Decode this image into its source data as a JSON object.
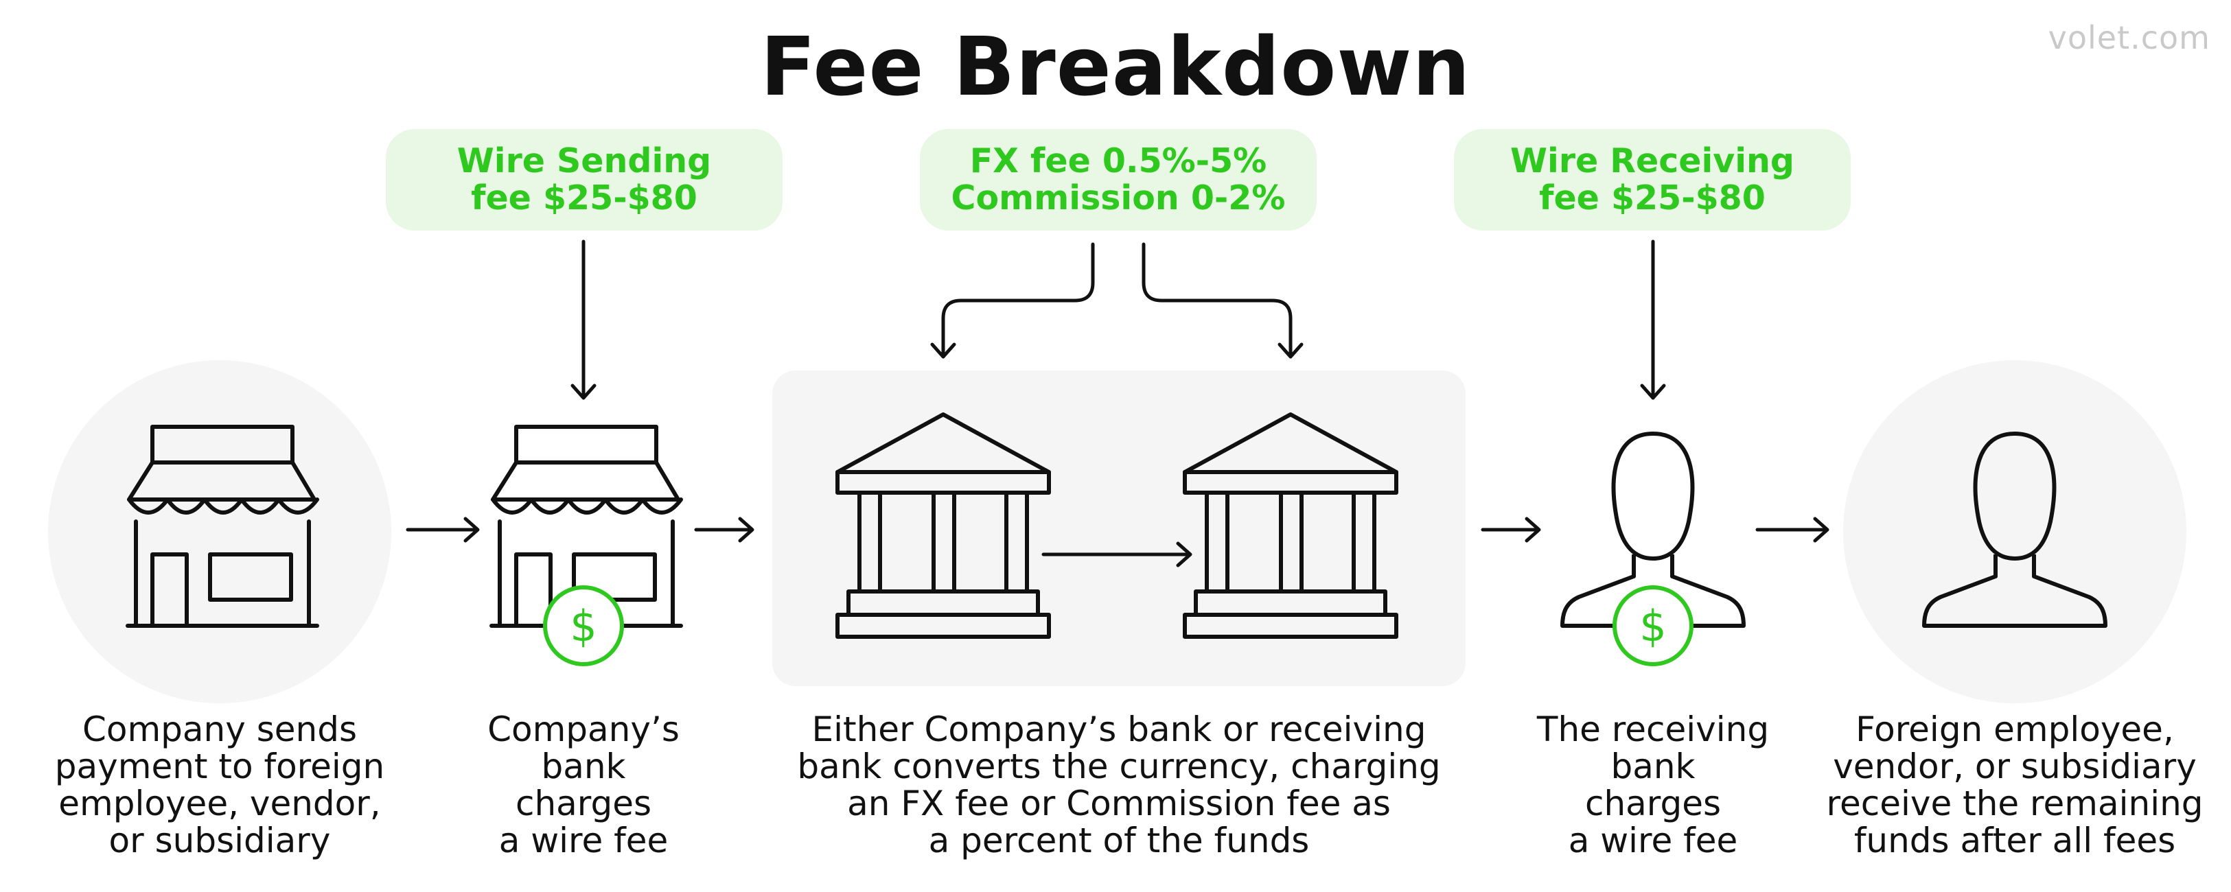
{
  "title": "Fee Breakdown",
  "watermark": "volet.com",
  "fees": {
    "wire_sending": {
      "line1": "Wire Sending",
      "line2": "fee $25-$80"
    },
    "fx": {
      "line1": "FX fee 0.5%-5%",
      "line2": "Commission 0-2%"
    },
    "wire_receiving": {
      "line1": "Wire Receiving",
      "line2": "fee $25-$80"
    }
  },
  "captions": {
    "company": [
      "Company sends",
      "payment to foreign",
      "employee, vendor,",
      "or subsidiary"
    ],
    "company_bank": [
      "Company’s",
      "bank",
      "charges",
      "a wire fee"
    ],
    "conversion": [
      "Either Company’s bank or receiving",
      "bank converts the currency, charging",
      "an FX fee or Commission fee as",
      "a percent of the funds"
    ],
    "receiving_bank": [
      "The receiving",
      "bank",
      "charges",
      "a wire fee"
    ],
    "recipient": [
      "Foreign employee,",
      "vendor, or subsidiary",
      "receive the remaining",
      "funds after all fees"
    ]
  },
  "badges": {
    "dollar_symbol": "$"
  },
  "colors": {
    "accent_green": "#2ec81e",
    "fee_box_bg": "#e8f8e4",
    "panel_bg": "#f5f5f5",
    "line": "#111111",
    "watermark": "#c9c9c9"
  },
  "icons": {
    "company": "storefront-icon",
    "company_bank": "storefront-icon",
    "bank_a": "bank-building-icon",
    "bank_b": "bank-building-icon",
    "receiving_bank": "person-icon",
    "recipient": "person-icon",
    "badge": "dollar-coin-icon"
  }
}
